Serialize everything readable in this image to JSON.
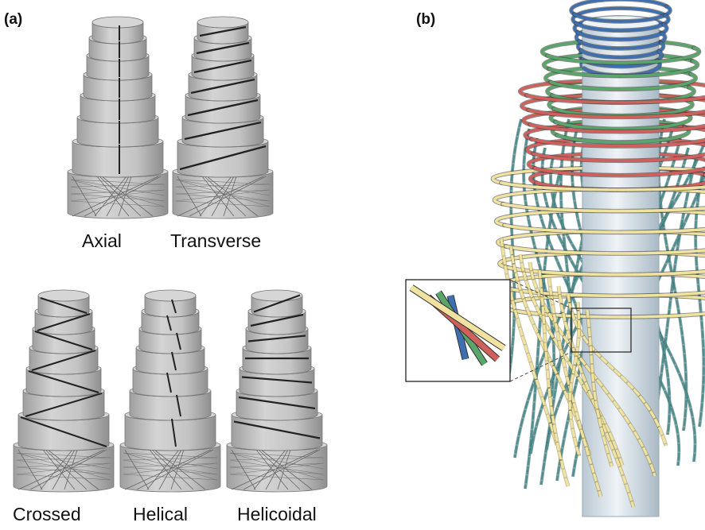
{
  "panels": {
    "a": {
      "label": "(a)"
    },
    "b": {
      "label": "(b)"
    }
  },
  "arrangements": [
    {
      "name": "Axial"
    },
    {
      "name": "Transverse"
    },
    {
      "name": "Crossed"
    },
    {
      "name": "Helical"
    },
    {
      "name": "Helicoidal"
    }
  ],
  "colors": {
    "layer_blue": "#3e6fb0",
    "layer_green": "#5aa56a",
    "layer_red": "#d0605c",
    "layer_yellow": "#f0e3a0",
    "fiber_teal": "#4f8f90",
    "core": "#d9e3ea",
    "cylinder": "#c7c7c7"
  }
}
